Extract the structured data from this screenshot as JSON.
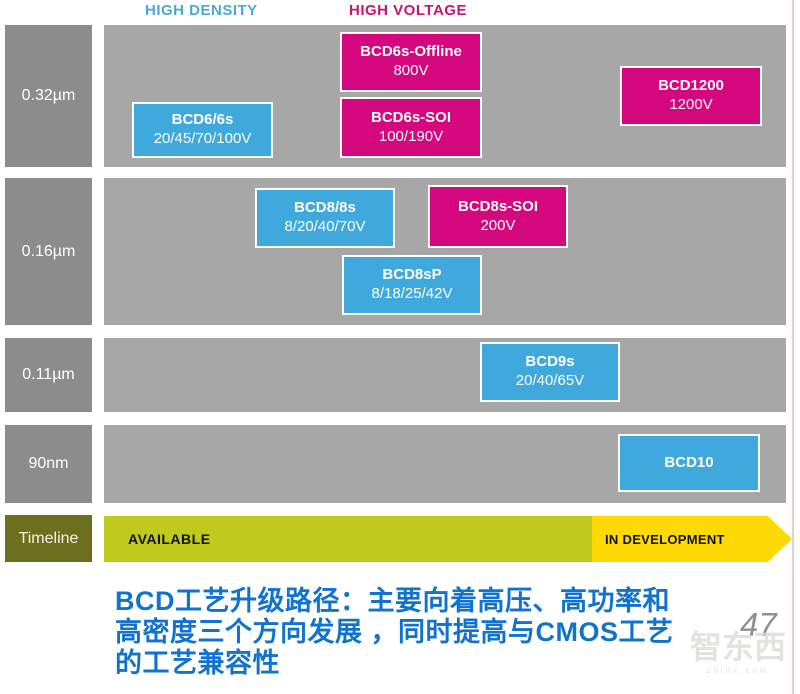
{
  "header": {
    "high_density": "HIGH DENSITY",
    "high_voltage": "HIGH VOLTAGE"
  },
  "rows": [
    {
      "label": "0.32µm"
    },
    {
      "label": "0.16µm"
    },
    {
      "label": "0.11µm"
    },
    {
      "label": "90nm"
    }
  ],
  "boxes": [
    {
      "title": "BCD6/6s",
      "subtitle": "20/45/70/100V",
      "category": "high-density",
      "node": "0.32µm"
    },
    {
      "title": "BCD6s-Offline",
      "subtitle": "800V",
      "category": "high-voltage",
      "node": "0.32µm"
    },
    {
      "title": "BCD6s-SOI",
      "subtitle": "100/190V",
      "category": "high-voltage",
      "node": "0.32µm"
    },
    {
      "title": "BCD1200",
      "subtitle": "1200V",
      "category": "high-voltage",
      "node": "0.32µm"
    },
    {
      "title": "BCD8/8s",
      "subtitle": "8/20/40/70V",
      "category": "high-density",
      "node": "0.16µm"
    },
    {
      "title": "BCD8s-SOI",
      "subtitle": "200V",
      "category": "high-voltage",
      "node": "0.16µm"
    },
    {
      "title": "BCD8sP",
      "subtitle": "8/18/25/42V",
      "category": "high-density",
      "node": "0.16µm"
    },
    {
      "title": "BCD9s",
      "subtitle": "20/40/65V",
      "category": "high-density",
      "node": "0.11µm"
    },
    {
      "title": "BCD10",
      "subtitle": "",
      "category": "high-density",
      "node": "90nm"
    }
  ],
  "timeline": {
    "label": "Timeline",
    "available": "AVAILABLE",
    "in_development": "IN DEVELOPMENT"
  },
  "caption": {
    "line1": "BCD工艺升级路径：主要向着高压、高功率和",
    "line2": "高密度三个方向发展 ，同时提高与CMOS工艺",
    "line3": "的工艺兼容性"
  },
  "page_number": "47",
  "watermark": {
    "logo": "智东西",
    "domain": "zhidx.com"
  },
  "colors": {
    "high_density_blue": "#3fa8dc",
    "high_voltage_magenta": "#d4077e",
    "lane_gray": "#a7a7a7",
    "row_label_gray": "#8c8c8c",
    "timeline_olive": "#6c701c",
    "available_green": "#bfca1c",
    "development_yellow": "#ffd903",
    "caption_blue": "#1173cf"
  }
}
